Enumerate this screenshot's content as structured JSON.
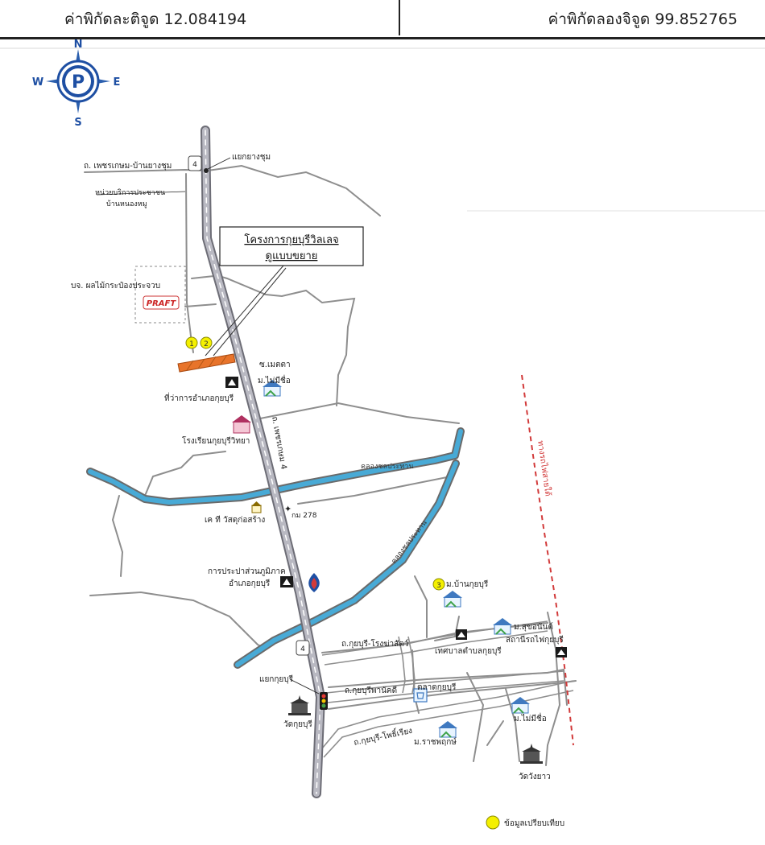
{
  "header": {
    "latitude_label": "ค่าพิกัดละติจูด 12.084194",
    "longitude_label": "ค่าพิกัดลองจิจูด 99.852765"
  },
  "compass": {
    "n": "N",
    "s": "S",
    "e": "E",
    "w": "W"
  },
  "roads": {
    "petchkasem_banyangchum": "ถ. เพชรเกษม-บ้านยางชุม",
    "petchkasem_vertical": "ถ. เพชรเกษม 4",
    "kuiburi_rongmasat": "ถ.กุยบุรี-โรงฆ่าสัตว์",
    "kuiburi_phanakkhi": "ถ.กุยบุรีพานัคดี",
    "kuiburi_phuediang": "ถ.กุยบุรี-โพธิ์เรียง",
    "km_marker": "กม 278",
    "route_shield": "4"
  },
  "canals": {
    "canal_pradu": "คลองชลประทาน",
    "canal_diagonal": "คลองชลประทาน"
  },
  "railway": {
    "label": "ทางรถไฟสายใต้"
  },
  "places": {
    "yang_chum_junction": "แยกยางชุม",
    "service_unit": "หน่วยบริการประชาชน\nบ้านหนองหมู",
    "project_box_line1": "โครงการกุยบุรีวิลเลจ",
    "project_box_line2": "ดูแบบขยาย",
    "praft_company": "บจ. ผลไม้กระป๋องประจวบ",
    "praft_logo": "PRAFT",
    "soi_metta": "ซ.เมตตา",
    "moo_mai_mi_chue_1": "ม.ไม่มีชื่อ",
    "district_office": "ที่ว่าการอำเภอกุยบุรี",
    "kuiburi_school": "โรงเรียนกุยบุรีวิทยา",
    "kt_wat": "เค ที วัสดุก่อสร้าง",
    "pwa": "การประปาส่วนภูมิภาค\nอำเภอกุยบุรี",
    "moo_ban_kuiburi": "ม.บ้านกุยบุรี",
    "moo_sukanan": "ม.สุขอนันต์",
    "kuiburi_railway_station": "สถานีรถไฟกุยบุรี",
    "tessaban_kuiburi": "เทศบาลตำบลกุยบุรี",
    "kuiburi_junction": "แยกกุยบุรี",
    "kuiburi_market": "ตลาดกุยบุรี",
    "wat_kuiburi": "วัดกุยบุรี",
    "moo_mai_mi_chue_2": "ม.ไม่มีชื่อ",
    "moo_ratchaphruek": "ม.ราชพฤกษ์",
    "wat_wang_yao": "วัดวังยาว"
  },
  "markers": {
    "project_markers": [
      "1",
      "2"
    ],
    "comparison_marker": "3"
  },
  "legend": {
    "comparison_label": "ข้อมูลเปรียบเทียบ",
    "marker_color": "#f4f000"
  },
  "colors": {
    "road": "#8e8e8e",
    "highway": "#8f8f96",
    "canal": "#48aad6",
    "project_area": "#e8742b",
    "railway": "#d23a3a",
    "compass_blue": "#1e4fa3"
  }
}
